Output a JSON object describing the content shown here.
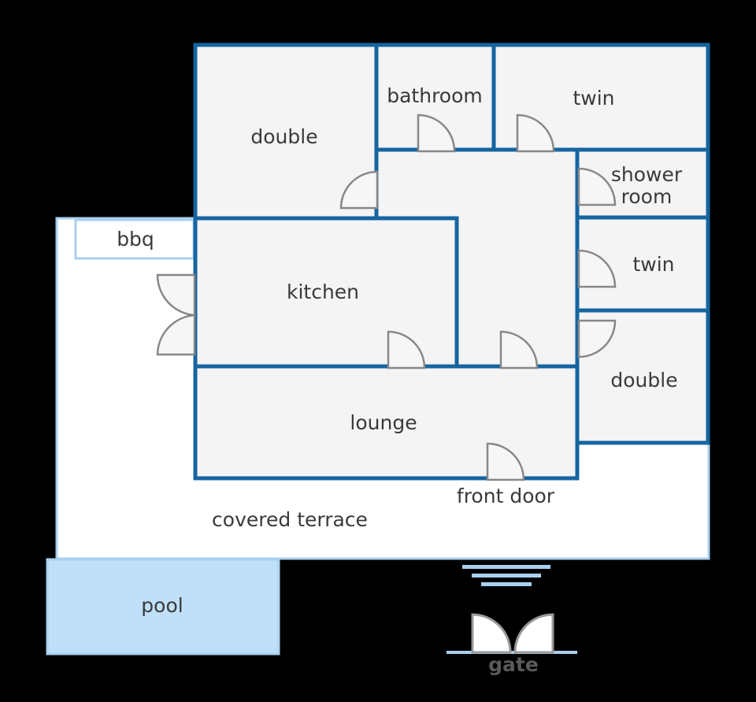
{
  "rooms": {
    "double_top_left": "double",
    "bathroom": "bathroom",
    "twin_top_right": "twin",
    "shower_room_line1": "shower",
    "shower_room_line2": "room",
    "twin_middle_right": "twin",
    "double_bottom_right": "double",
    "kitchen": "kitchen",
    "lounge": "lounge",
    "bbq": "bbq",
    "front_door": "front door",
    "covered_terrace": "covered terrace",
    "pool": "pool",
    "gate": "gate"
  },
  "colors": {
    "background": "#000000",
    "wall": "#1565a0",
    "room_fill": "#f4f4f4",
    "terrace_fill": "#ffffff",
    "terrace_edge": "#a9d0ef",
    "pool_fill": "#bfe0f8",
    "door_outline": "#888888"
  }
}
